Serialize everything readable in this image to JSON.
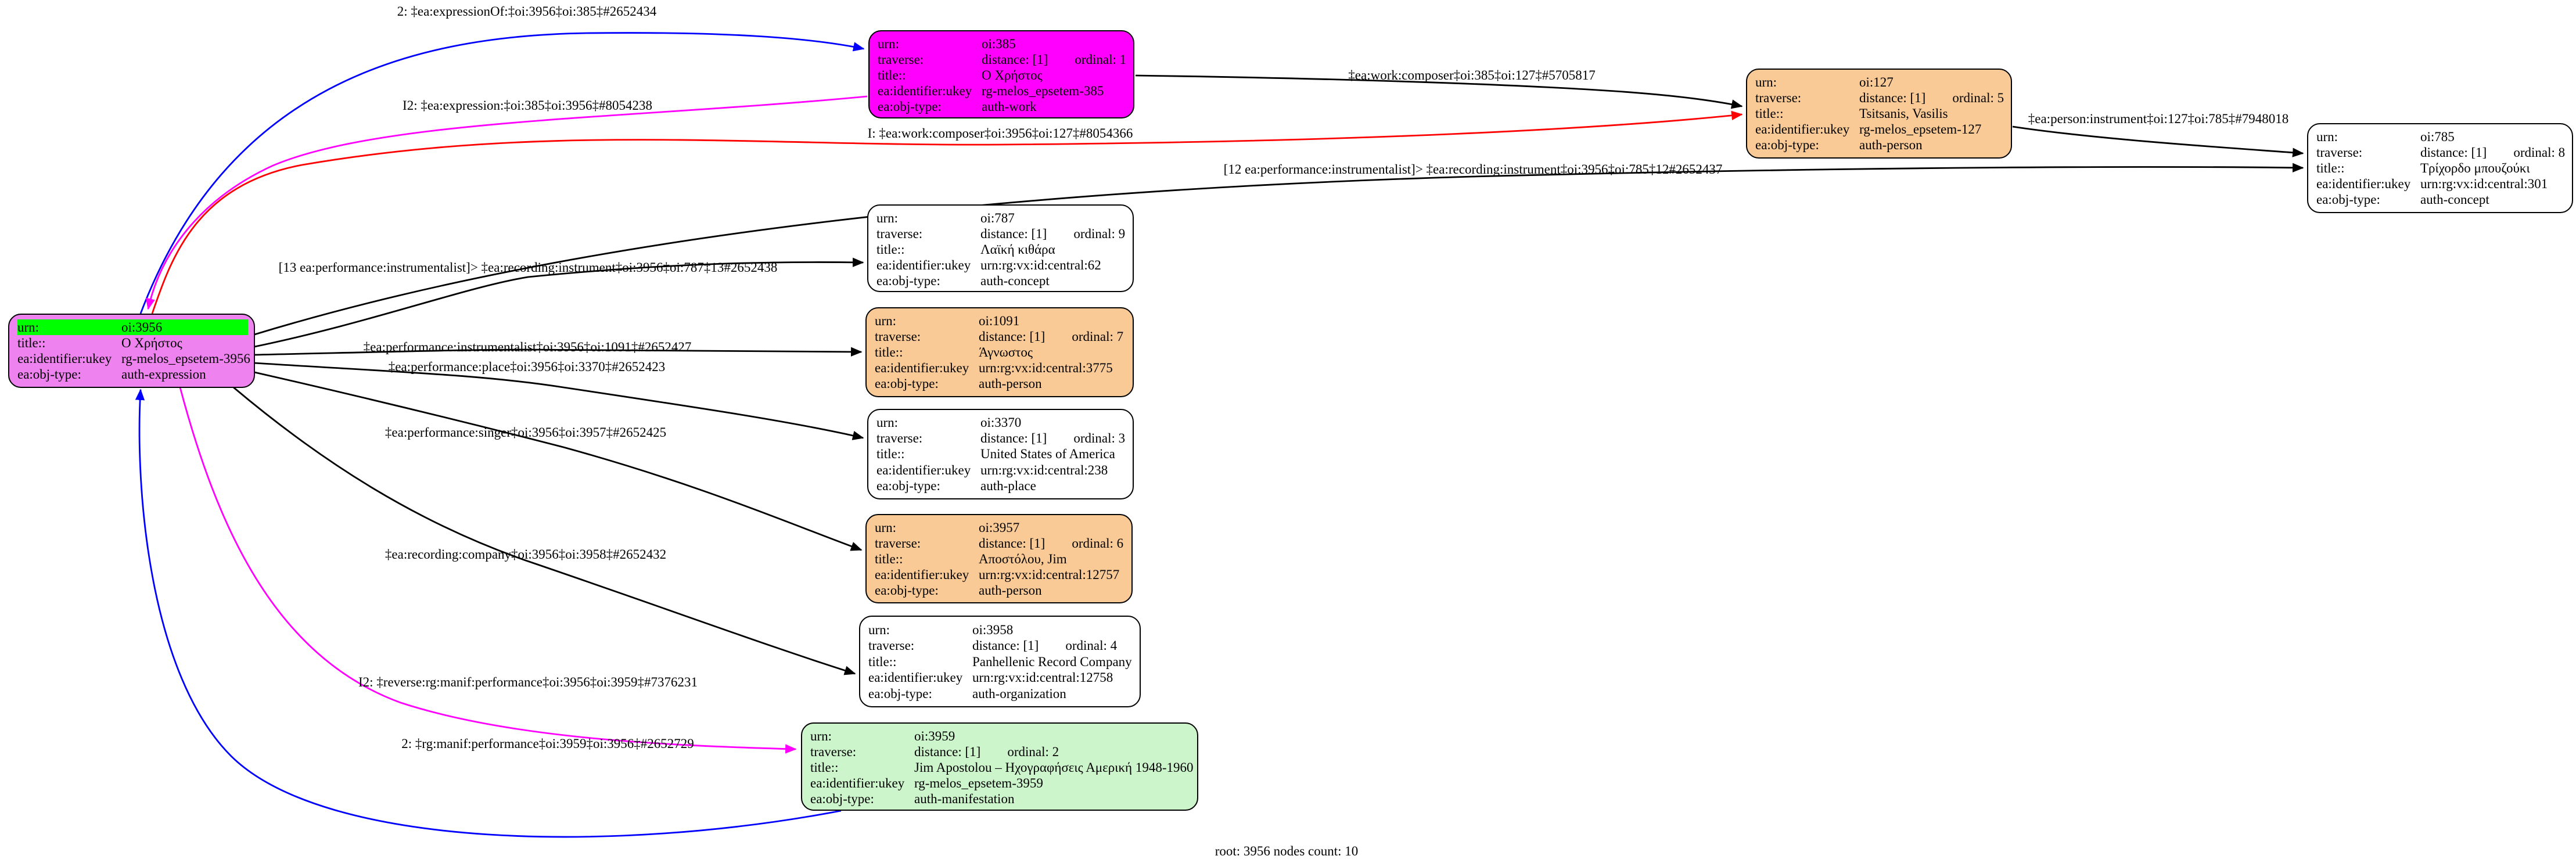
{
  "footer": "root: 3956 nodes count: 10",
  "colors": {
    "violet": "#EE82EE",
    "magenta": "#FF00FF",
    "orange": "#FACA96",
    "white": "#FFFFFF",
    "green": "#CDF5CB",
    "urn_highlight": "#00FF00",
    "edge_black": "#000000",
    "edge_blue": "#0000FF",
    "edge_red": "#FF0000",
    "edge_magenta": "#FF00FF"
  },
  "nodes": [
    {
      "id": "oi-3956",
      "fill": "violet",
      "rows": [
        {
          "key": "urn:",
          "value": "oi:3956",
          "highlight": true
        },
        {
          "key": "title::",
          "value": "Ο Χρήστος"
        },
        {
          "key": "ea:identifier:ukey",
          "value": "rg-melos_epsetem-3956"
        },
        {
          "key": "ea:obj-type:",
          "value": "auth-expression"
        }
      ]
    },
    {
      "id": "oi-385",
      "fill": "magenta",
      "rows": [
        {
          "key": "urn:",
          "value": "oi:385"
        },
        {
          "key": "traverse:",
          "distance": "distance: [1]",
          "ordinal": "ordinal: 1"
        },
        {
          "key": "title::",
          "value": "Ο Χρήστος"
        },
        {
          "key": "ea:identifier:ukey",
          "value": "rg-melos_epsetem-385"
        },
        {
          "key": "ea:obj-type:",
          "value": "auth-work"
        }
      ]
    },
    {
      "id": "oi-127",
      "fill": "orange",
      "rows": [
        {
          "key": "urn:",
          "value": "oi:127"
        },
        {
          "key": "traverse:",
          "distance": "distance: [1]",
          "ordinal": "ordinal: 5"
        },
        {
          "key": "title::",
          "value": "Tsitsanis, Vasilis"
        },
        {
          "key": "ea:identifier:ukey",
          "value": "rg-melos_epsetem-127"
        },
        {
          "key": "ea:obj-type:",
          "value": "auth-person"
        }
      ]
    },
    {
      "id": "oi-785",
      "fill": "white",
      "rows": [
        {
          "key": "urn:",
          "value": "oi:785"
        },
        {
          "key": "traverse:",
          "distance": "distance: [1]",
          "ordinal": "ordinal: 8"
        },
        {
          "key": "title::",
          "value": "Τρίχορδο μπουζούκι"
        },
        {
          "key": "ea:identifier:ukey",
          "value": "urn:rg:vx:id:central:301"
        },
        {
          "key": "ea:obj-type:",
          "value": "auth-concept"
        }
      ]
    },
    {
      "id": "oi-787",
      "fill": "white",
      "rows": [
        {
          "key": "urn:",
          "value": "oi:787"
        },
        {
          "key": "traverse:",
          "distance": "distance: [1]",
          "ordinal": "ordinal: 9"
        },
        {
          "key": "title::",
          "value": "Λαϊκή κιθάρα"
        },
        {
          "key": "ea:identifier:ukey",
          "value": "urn:rg:vx:id:central:62"
        },
        {
          "key": "ea:obj-type:",
          "value": "auth-concept"
        }
      ]
    },
    {
      "id": "oi-1091",
      "fill": "orange",
      "rows": [
        {
          "key": "urn:",
          "value": "oi:1091"
        },
        {
          "key": "traverse:",
          "distance": "distance: [1]",
          "ordinal": "ordinal: 7"
        },
        {
          "key": "title::",
          "value": "Άγνωστος"
        },
        {
          "key": "ea:identifier:ukey",
          "value": "urn:rg:vx:id:central:3775"
        },
        {
          "key": "ea:obj-type:",
          "value": "auth-person"
        }
      ]
    },
    {
      "id": "oi-3370",
      "fill": "white",
      "rows": [
        {
          "key": "urn:",
          "value": "oi:3370"
        },
        {
          "key": "traverse:",
          "distance": "distance: [1]",
          "ordinal": "ordinal: 3"
        },
        {
          "key": "title::",
          "value": "United States of America"
        },
        {
          "key": "ea:identifier:ukey",
          "value": "urn:rg:vx:id:central:238"
        },
        {
          "key": "ea:obj-type:",
          "value": "auth-place"
        }
      ]
    },
    {
      "id": "oi-3957",
      "fill": "orange",
      "rows": [
        {
          "key": "urn:",
          "value": "oi:3957"
        },
        {
          "key": "traverse:",
          "distance": "distance: [1]",
          "ordinal": "ordinal: 6"
        },
        {
          "key": "title::",
          "value": "Αποστόλου, Jim"
        },
        {
          "key": "ea:identifier:ukey",
          "value": "urn:rg:vx:id:central:12757"
        },
        {
          "key": "ea:obj-type:",
          "value": "auth-person"
        }
      ]
    },
    {
      "id": "oi-3958",
      "fill": "white",
      "rows": [
        {
          "key": "urn:",
          "value": "oi:3958"
        },
        {
          "key": "traverse:",
          "distance": "distance: [1]",
          "ordinal": "ordinal: 4"
        },
        {
          "key": "title::",
          "value": "Panhellenic Record Company"
        },
        {
          "key": "ea:identifier:ukey",
          "value": "urn:rg:vx:id:central:12758"
        },
        {
          "key": "ea:obj-type:",
          "value": "auth-organization"
        }
      ]
    },
    {
      "id": "oi-3959",
      "fill": "green",
      "rows": [
        {
          "key": "urn:",
          "value": "oi:3959"
        },
        {
          "key": "traverse:",
          "distance": "distance: [1]",
          "ordinal": "ordinal: 2"
        },
        {
          "key": "title::",
          "value": "Jim Apostolou – Ηχογραφήσεις Αμερική 1948-1960"
        },
        {
          "key": "ea:identifier:ukey",
          "value": "rg-melos_epsetem-3959"
        },
        {
          "key": "ea:obj-type:",
          "value": "auth-manifestation"
        }
      ]
    }
  ],
  "edge_labels": [
    {
      "text": "2: ‡ea:expressionOf:‡oi:3956‡oi:385‡#2652434"
    },
    {
      "text": "I2: ‡ea:expression:‡oi:385‡oi:3956‡#8054238"
    },
    {
      "text": "I: ‡ea:work:composer‡oi:3956‡oi:127‡#8054366"
    },
    {
      "text": "‡ea:work:composer‡oi:385‡oi:127‡#5705817"
    },
    {
      "text": "‡ea:person:instrument‡oi:127‡oi:785‡#7948018"
    },
    {
      "text": "[12 ea:performance:instrumentalist]> ‡ea:recording:instrument‡oi:3956‡oi:785‡12#2652437"
    },
    {
      "text": "[13 ea:performance:instrumentalist]> ‡ea:recording:instrument‡oi:3956‡oi:787‡13#2652438"
    },
    {
      "text": "‡ea:performance:instrumentalist‡oi:3956‡oi:1091‡#2652427"
    },
    {
      "text": "‡ea:performance:place‡oi:3956‡oi:3370‡#2652423"
    },
    {
      "text": "‡ea:performance:singer‡oi:3956‡oi:3957‡#2652425"
    },
    {
      "text": "‡ea:recording:company‡oi:3956‡oi:3958‡#2652432"
    },
    {
      "text": "I2: ‡reverse:rg:manif:performance‡oi:3956‡oi:3959‡#7376231"
    },
    {
      "text": "2: ‡rg:manif:performance‡oi:3959‡oi:3956‡#2652729"
    }
  ]
}
